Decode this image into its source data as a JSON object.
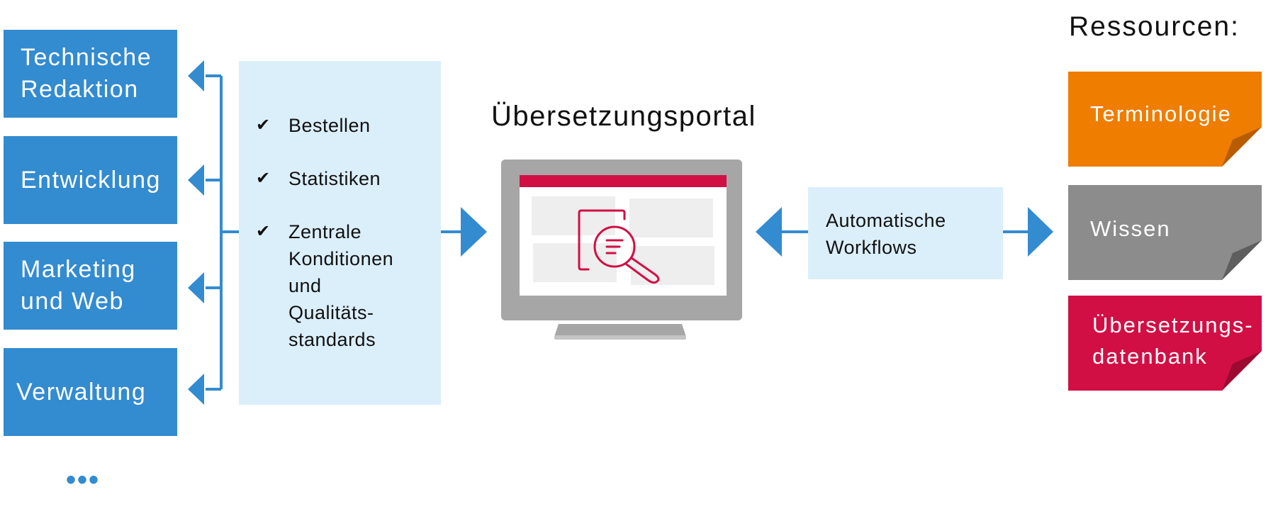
{
  "departments": [
    {
      "label": "Technische\nRedaktion"
    },
    {
      "label": "Entwicklung"
    },
    {
      "label": "Marketing\nund Web"
    },
    {
      "label": "Verwaltung"
    }
  ],
  "more_label": "•••",
  "features": [
    {
      "label": "Bestellen"
    },
    {
      "label": "Statistiken"
    },
    {
      "label": "Zentrale\nKonditionen\nund\nQualitäts-\nstandards"
    }
  ],
  "portal": {
    "title": "Übersetzungsportal"
  },
  "automation": {
    "label": "Automatische\nWorkflows"
  },
  "resources": {
    "title": "Ressourcen:",
    "items": [
      {
        "label": "Terminologie",
        "color": "#ee7d00",
        "fold": "#b85c00"
      },
      {
        "label": "Wissen",
        "color": "#8c8c8c",
        "fold": "#5e5e5e"
      },
      {
        "label": "Übersetzungs-\ndatenbank",
        "color": "#d20f45",
        "fold": "#9c0a32"
      }
    ]
  },
  "colors": {
    "accent_blue": "#338bd0",
    "panel_bg": "#dbeffb",
    "portal_red": "#d20f45"
  }
}
